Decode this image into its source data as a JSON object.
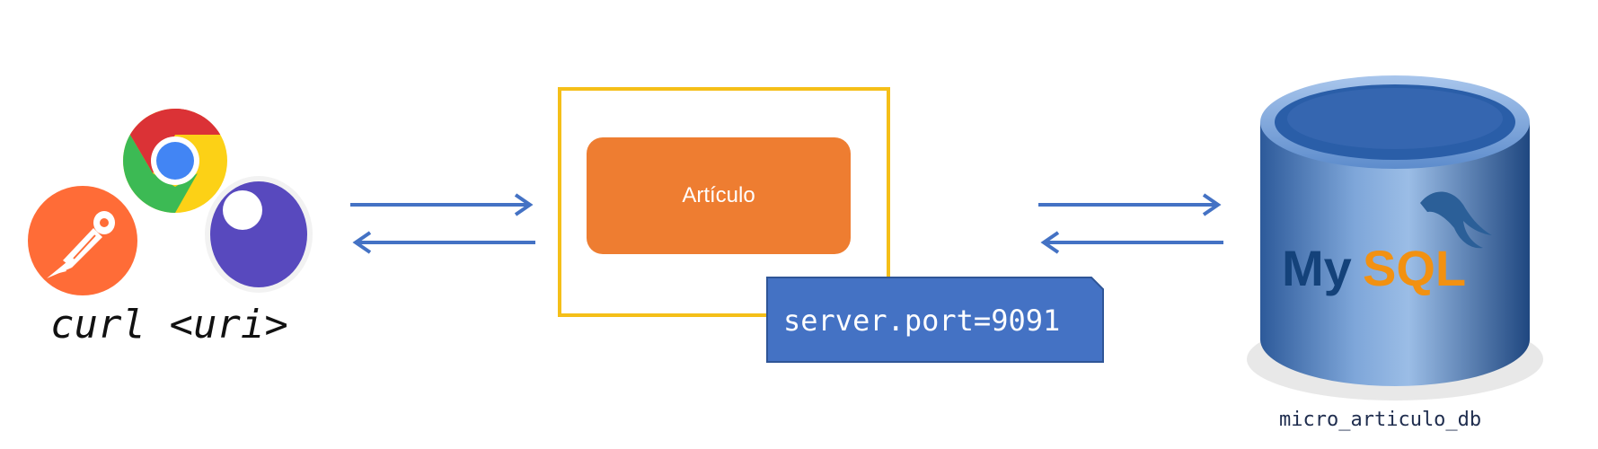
{
  "clients": {
    "icons": [
      "postman-icon",
      "chrome-icon",
      "insomnia-icon"
    ],
    "command_label": "curl <uri>"
  },
  "service": {
    "name": "Artículo",
    "port_label": "server.port=9091"
  },
  "database": {
    "logo_text": "MySQL",
    "name": "micro_articulo_db"
  },
  "colors": {
    "arrow": "#4472c4",
    "frame": "#f5bf18",
    "service_box": "#ee7d31",
    "port_tag": "#4472c4",
    "db_body": "#3b6fb6"
  }
}
